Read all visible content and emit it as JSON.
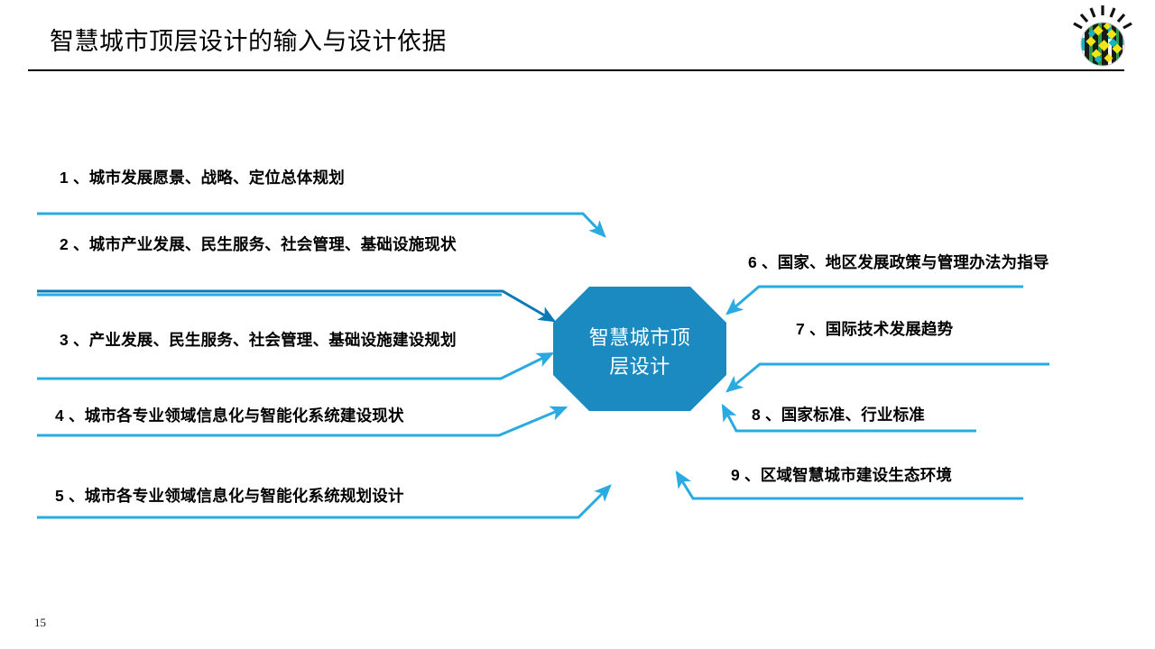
{
  "slide": {
    "title": "智慧城市顶层设计的输入与设计依据",
    "page_number": "15",
    "logo_name": "smarter-planet-logo"
  },
  "center_node": {
    "line1": "智慧城市顶",
    "line2": "层设计",
    "full_text": "智慧城市顶层设计",
    "fill_color": "#1a8ac0",
    "text_color": "#ffffff"
  },
  "colors": {
    "arrow_light_blue": "#29abe2",
    "arrow_dark_blue": "#0b79b5",
    "title_text": "#000000",
    "rule": "#000000"
  },
  "inputs_left": [
    {
      "index": "1",
      "label": "1 、城市发展愿景、战略、定位总体规划"
    },
    {
      "index": "2",
      "label": "2 、城市产业发展、民生服务、社会管理、基础设施现状"
    },
    {
      "index": "3",
      "label": "3 、产业发展、民生服务、社会管理、基础设施建设规划"
    },
    {
      "index": "4",
      "label": "4 、城市各专业领域信息化与智能化系统建设现状"
    },
    {
      "index": "5",
      "label": "5 、城市各专业领域信息化与智能化系统规划设计"
    }
  ],
  "inputs_right": [
    {
      "index": "6",
      "label": "6 、国家、地区发展政策与管理办法为指导"
    },
    {
      "index": "7",
      "label": "7 、国际技术发展趋势"
    },
    {
      "index": "8",
      "label": "8 、国家标准、行业标准"
    },
    {
      "index": "9",
      "label": "9 、区域智慧城市建设生态环境"
    }
  ]
}
